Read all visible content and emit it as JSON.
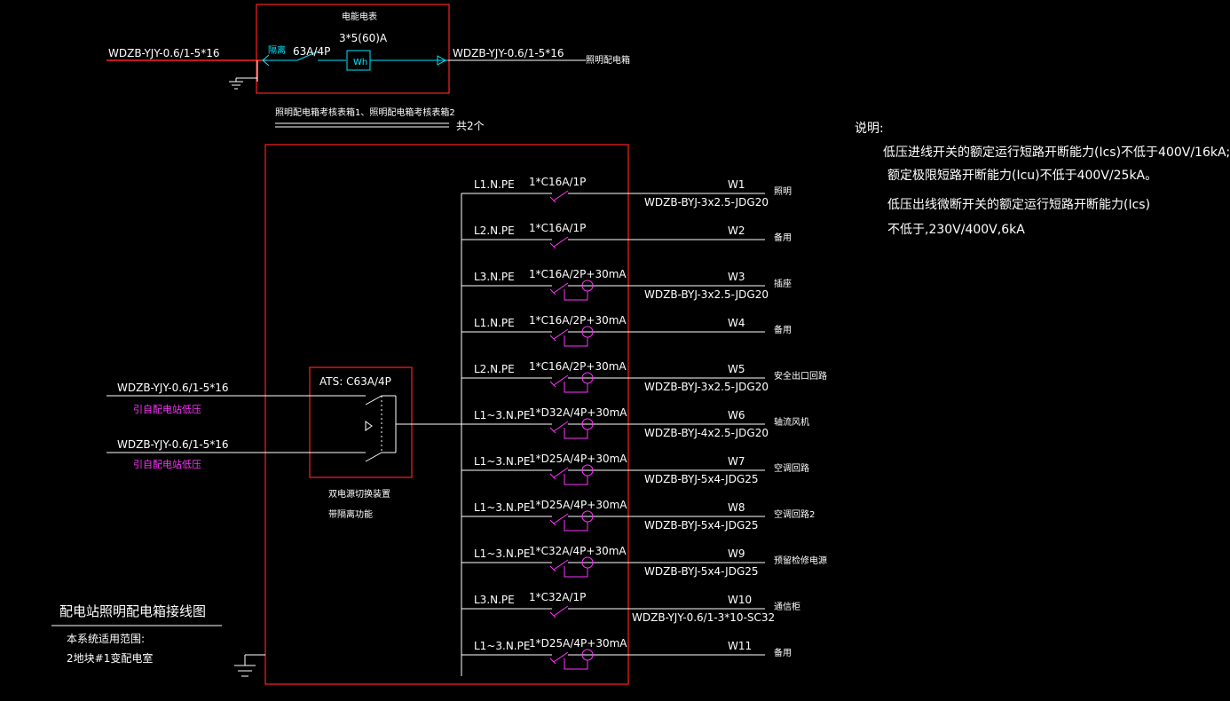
{
  "meter_box": {
    "incoming_cable": "WDZB-YJY-0.6/1-5*16",
    "isolator_label": "隔离",
    "breaker_rating": "63A/4P",
    "meter_title": "电能电表",
    "meter_rating": "3*5(60)A",
    "meter_symbol": "Wh",
    "outgoing_cable": "WDZB-YJY-0.6/1-5*16",
    "outgoing_dest": "照明配电箱",
    "box_names": "照明配电箱考核表箱1、照明配电箱考核表箱2",
    "count": "共2个"
  },
  "ats": {
    "label": "ATS: C63A/4P",
    "desc_line1": "双电源切换装置",
    "desc_line2": "带隔离功能",
    "incomers": [
      {
        "cable": "WDZB-YJY-0.6/1-5*16",
        "source": "引自配电站低压"
      },
      {
        "cable": "WDZB-YJY-0.6/1-5*16",
        "source": "引自配电站低压"
      }
    ]
  },
  "circuits": [
    {
      "phase": "L1.N.PE",
      "breaker": "1*C16A/1P",
      "id": "W1",
      "cable": "WDZB-BYJ-3x2.5-JDG20",
      "load": "照明",
      "rcd": false
    },
    {
      "phase": "L2.N.PE",
      "breaker": "1*C16A/1P",
      "id": "W2",
      "cable": "",
      "load": "备用",
      "rcd": false
    },
    {
      "phase": "L3.N.PE",
      "breaker": "1*C16A/2P+30mA",
      "id": "W3",
      "cable": "WDZB-BYJ-3x2.5-JDG20",
      "load": "插座",
      "rcd": true
    },
    {
      "phase": "L1.N.PE",
      "breaker": "1*C16A/2P+30mA",
      "id": "W4",
      "cable": "",
      "load": "备用",
      "rcd": true
    },
    {
      "phase": "L2.N.PE",
      "breaker": "1*C16A/2P+30mA",
      "id": "W5",
      "cable": "WDZB-BYJ-3x2.5-JDG20",
      "load": "安全出口回路",
      "rcd": true
    },
    {
      "phase": "L1~3.N.PE",
      "breaker": "1*D32A/4P+30mA",
      "id": "W6",
      "cable": "WDZB-BYJ-4x2.5-JDG20",
      "load": "轴流风机",
      "rcd": true
    },
    {
      "phase": "L1~3.N.PE",
      "breaker": "1*D25A/4P+30mA",
      "id": "W7",
      "cable": "WDZB-BYJ-5x4-JDG25",
      "load": "空调回路",
      "rcd": true
    },
    {
      "phase": "L1~3.N.PE",
      "breaker": "1*D25A/4P+30mA",
      "id": "W8",
      "cable": "WDZB-BYJ-5x4-JDG25",
      "load": "空调回路2",
      "rcd": true
    },
    {
      "phase": "L1~3.N.PE",
      "breaker": "1*C32A/4P+30mA",
      "id": "W9",
      "cable": "WDZB-BYJ-5x4-JDG25",
      "load": "预留检修电源",
      "rcd": true
    },
    {
      "phase": "L3.N.PE",
      "breaker": "1*C32A/1P",
      "id": "W10",
      "cable": "WDZB-YJY-0.6/1-3*10-SC32",
      "load": "通信柜",
      "rcd": false
    },
    {
      "phase": "L1~3.N.PE",
      "breaker": "1*D25A/4P+30mA",
      "id": "W11",
      "cable": "",
      "load": "备用",
      "rcd": true
    }
  ],
  "notes": {
    "heading": "说明:",
    "line1": "低压进线开关的额定运行短路开断能力(Ics)不低于400V/16kA;",
    "line2": "额定极限短路开断能力(Icu)不低于400V/25kA。",
    "line3": "低压出线微断开关的额定运行短路开断能力(Ics)",
    "line4": "不低于,230V/400V,6kA"
  },
  "title_block": {
    "title": "配电站照明配电箱接线图",
    "scope_label": "本系统适用范围:",
    "scope_value": "2地块#1变配电室"
  },
  "colors": {
    "background": "#000000",
    "frame": "#ff2020",
    "line": "#ffffff",
    "breaker": "#ff33ff",
    "meter": "#00e5ff",
    "label_magenta": "#ff33ff"
  }
}
